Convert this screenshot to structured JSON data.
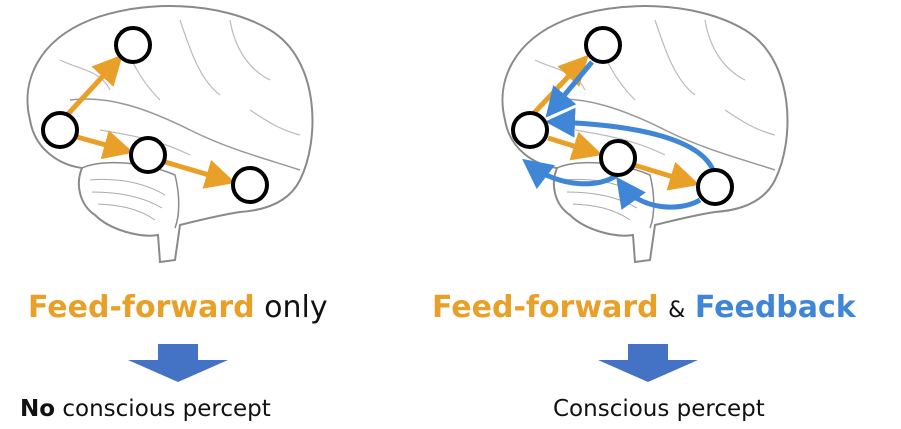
{
  "colors": {
    "feedforward": "#E9A028",
    "feedback": "#3F86D6",
    "arrow": "#4472C4",
    "outline": "#8a8a8a",
    "node": "#000000"
  },
  "left": {
    "title_highlight": "Feed-forward",
    "title_rest": "only",
    "result_bold": "No",
    "result_rest": "conscious percept"
  },
  "right": {
    "title_highlight": "Feed-forward",
    "title_amp": "&",
    "title_feedback": "Feedback",
    "result": "Conscious percept"
  }
}
